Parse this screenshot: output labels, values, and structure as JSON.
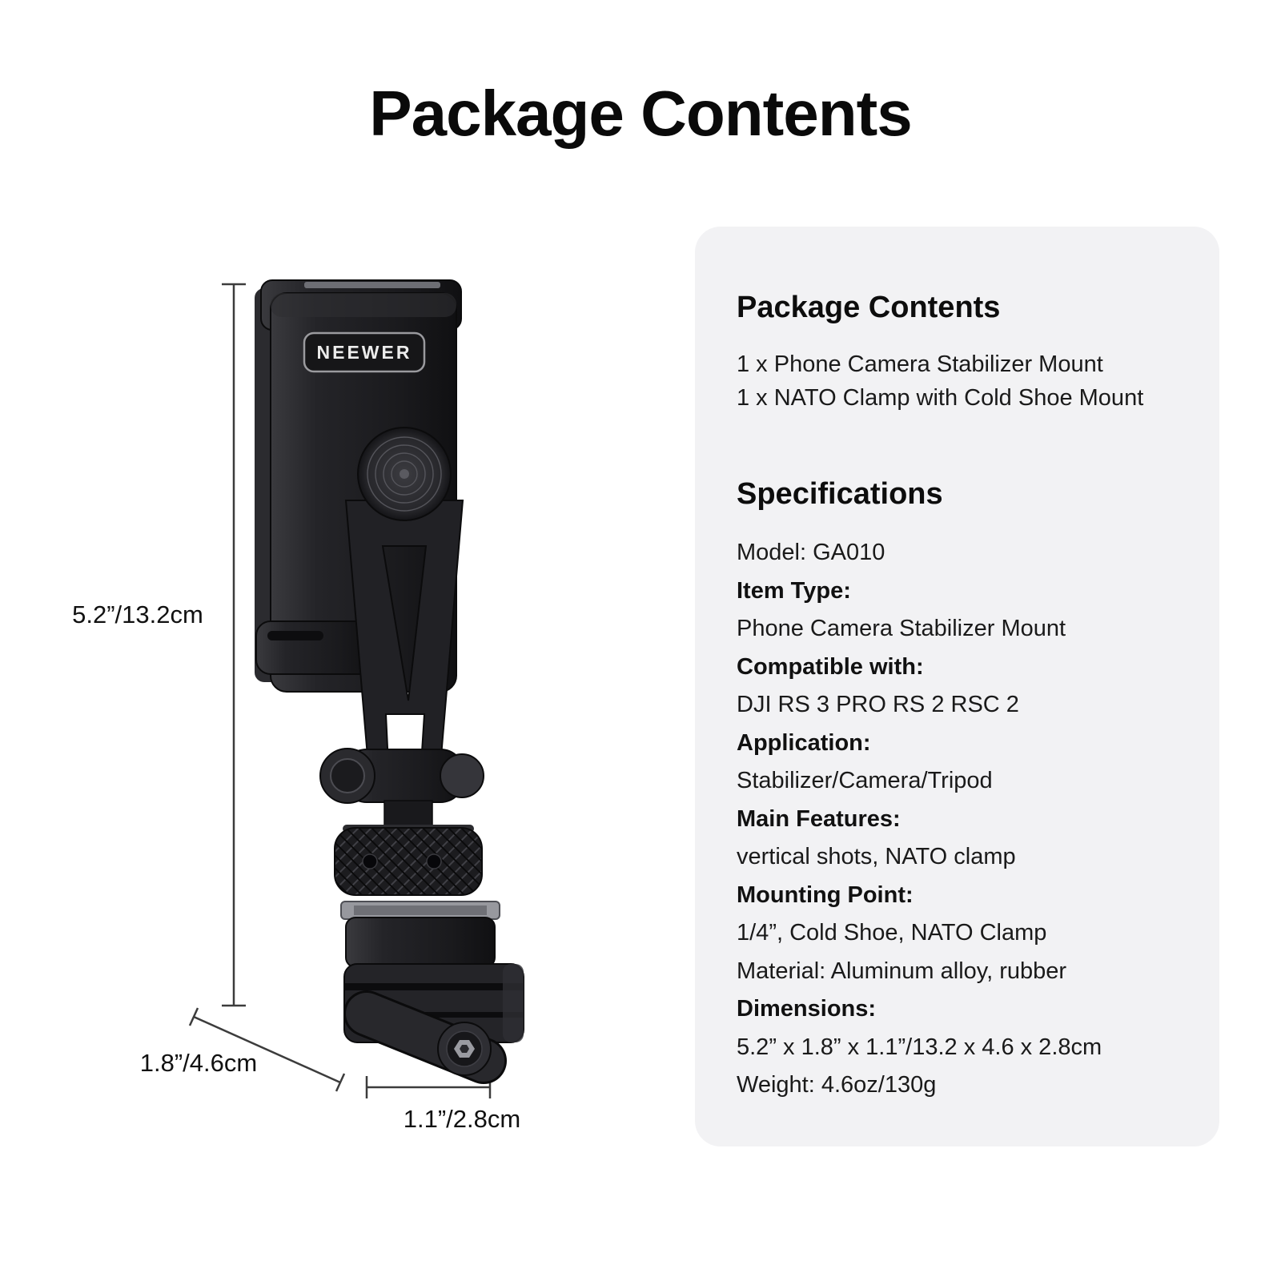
{
  "title": "Package Contents",
  "product": {
    "brand": "NEEWER",
    "dim_height": "5.2”/13.2cm",
    "dim_depth": "1.8”/4.6cm",
    "dim_width": "1.1”/2.8cm"
  },
  "panel": {
    "contents_heading": "Package Contents",
    "contents_items": [
      "1 x Phone Camera Stabilizer Mount",
      "1 x NATO Clamp with Cold Shoe Mount"
    ],
    "specs_heading": "Specifications",
    "specs": [
      "Model: GA010",
      "Item Type:",
      "Phone Camera Stabilizer Mount",
      "Compatible with:",
      "DJI RS 3 PRO RS 2 RSC 2",
      "Application:",
      "Stabilizer/Camera/Tripod",
      "Main Features:",
      "vertical shots, NATO clamp",
      "Mounting Point:",
      "1/4”, Cold Shoe, NATO Clamp",
      "Material: Aluminum alloy, rubber",
      "Dimensions:",
      "5.2” x 1.8” x 1.1”/13.2 x 4.6 x 2.8cm",
      "Weight: 4.6oz/130g"
    ]
  },
  "colors": {
    "panel_bg": "#f2f2f4",
    "text": "#111111",
    "product_dark": "#1b1b1d"
  }
}
